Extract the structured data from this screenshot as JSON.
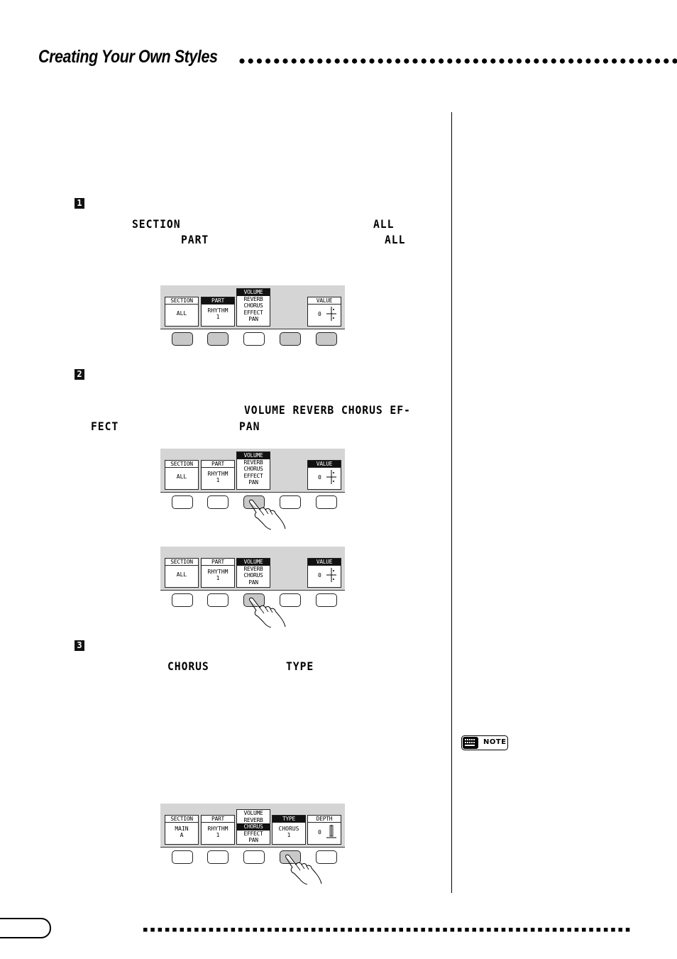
{
  "header": {
    "title": "Creating Your Own Styles"
  },
  "steps": {
    "s1": {
      "number": "1",
      "section_word": "SECTION",
      "part_word": "PART",
      "all_1": "ALL",
      "all_2": "ALL"
    },
    "s2": {
      "number": "2",
      "line_a": "VOLUME REVERB CHORUS EF-",
      "line_b_left": "FECT",
      "line_b_right": "PAN"
    },
    "s3": {
      "number": "3",
      "chorus_word": "CHORUS",
      "type_word": "TYPE"
    }
  },
  "panel1": {
    "section": {
      "label": "SECTION",
      "value": "ALL"
    },
    "part": {
      "label": "PART",
      "value": "RHYTHM\n1"
    },
    "menu": [
      "VOLUME",
      "REVERB",
      "CHORUS",
      "EFFECT",
      "PAN"
    ],
    "value": {
      "label": "VALUE",
      "value": "0"
    }
  },
  "panel2": {
    "section": {
      "label": "SECTION",
      "value": "ALL"
    },
    "part": {
      "label": "PART",
      "value": "RHYTHM\n1"
    },
    "menu": [
      "VOLUME",
      "REVERB",
      "CHORUS",
      "EFFECT",
      "PAN"
    ],
    "value": {
      "label": "VALUE",
      "value": "0"
    }
  },
  "panel3": {
    "section": {
      "label": "SECTION",
      "value": "ALL"
    },
    "part": {
      "label": "PART",
      "value": "RHYTHM\n1"
    },
    "menu": [
      "VOLUME",
      "REVERB",
      "CHORUS",
      "PAN"
    ],
    "value": {
      "label": "VALUE",
      "value": "0"
    }
  },
  "panel4": {
    "section": {
      "label": "SECTION",
      "value": "MAIN\nA"
    },
    "part": {
      "label": "PART",
      "value": "RHYTHM\n1"
    },
    "menu": [
      "VOLUME",
      "REVERB",
      "CHORUS",
      "EFFECT",
      "PAN"
    ],
    "type": {
      "label": "TYPE",
      "value": "CHORUS\n1"
    },
    "depth": {
      "label": "DEPTH",
      "value": "0"
    }
  },
  "note": {
    "label": "NOTE"
  }
}
